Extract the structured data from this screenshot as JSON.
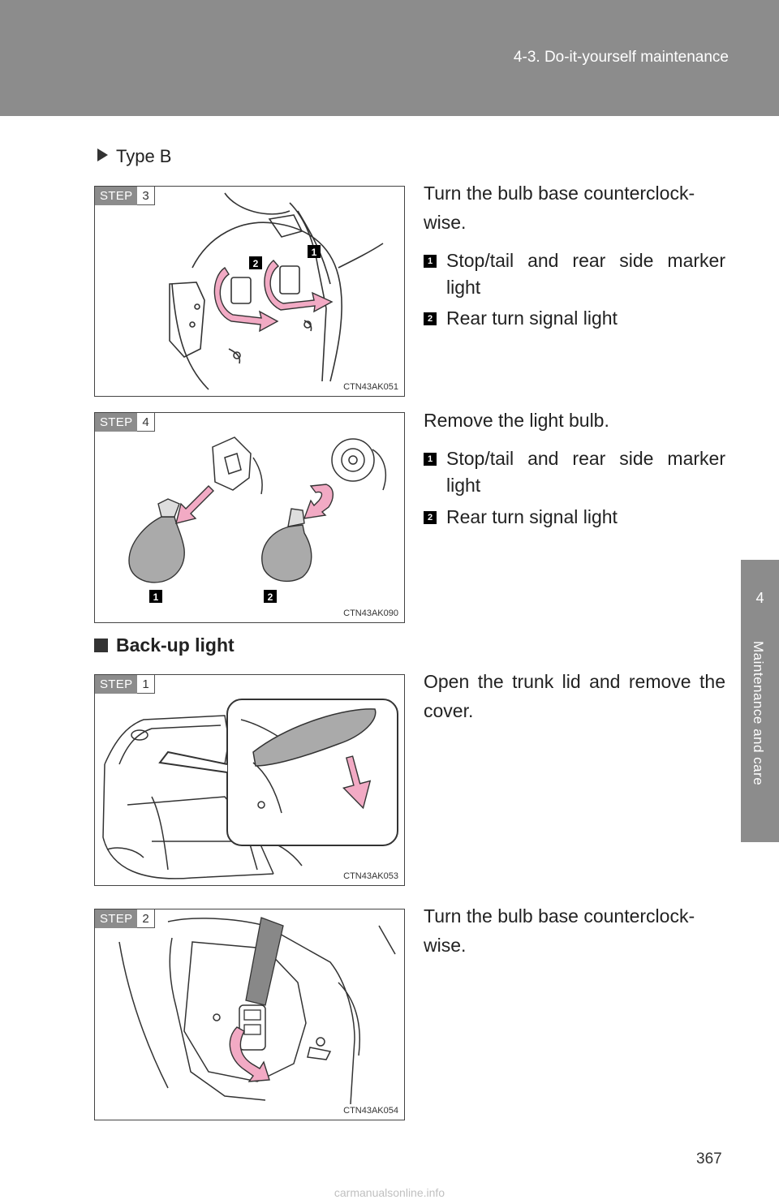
{
  "header": {
    "title": "4-3. Do-it-yourself maintenance"
  },
  "side_tab": {
    "number": "4",
    "label": "Maintenance and care"
  },
  "type_heading": "Type B",
  "figures": [
    {
      "step_label": "STEP",
      "step_num": "3",
      "code": "CTN43AK051",
      "callouts": [
        "1",
        "2"
      ]
    },
    {
      "step_label": "STEP",
      "step_num": "4",
      "code": "CTN43AK090",
      "callouts": [
        "1",
        "2"
      ]
    },
    {
      "step_label": "STEP",
      "step_num": "1",
      "code": "CTN43AK053"
    },
    {
      "step_label": "STEP",
      "step_num": "2",
      "code": "CTN43AK054"
    }
  ],
  "steps": {
    "s3_text": "Turn the bulb base counterclock-wise.",
    "s3_items": [
      {
        "num": "1",
        "text": "Stop/tail and rear side marker light"
      },
      {
        "num": "2",
        "text": "Rear turn signal light"
      }
    ],
    "s4_text": "Remove the light bulb.",
    "s4_items": [
      {
        "num": "1",
        "text": "Stop/tail and rear side marker light"
      },
      {
        "num": "2",
        "text": "Rear turn signal light"
      }
    ],
    "backup_heading": "Back-up light",
    "b1_text": "Open the trunk lid and remove the cover.",
    "b2_text": "Turn the bulb base counterclock-wise."
  },
  "page_number": "367",
  "watermark": "carmanualsonline.info",
  "colors": {
    "header_gray": "#8c8c8c",
    "arrow_pink": "#f2aac4"
  }
}
